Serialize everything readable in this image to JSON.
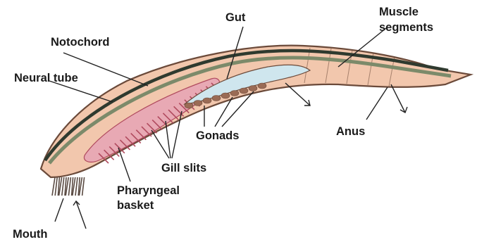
{
  "labels": {
    "gut": "Gut",
    "muscle_segments_line1": "Muscle",
    "muscle_segments_line2": "segments",
    "notochord": "Notochord",
    "neural_tube": "Neural tube",
    "gonads": "Gonads",
    "anus": "Anus",
    "gill_slits": "Gill slits",
    "pharyngeal_basket_line1": "Pharyngeal",
    "pharyngeal_basket_line2": "basket",
    "mouth": "Mouth"
  },
  "colors": {
    "body_fill": "#f2c7ad",
    "body_outline": "#6b4a3a",
    "neural_tube": "#2f3a2f",
    "notochord": "#7c8a6a",
    "pharynx": "#e8a9b4",
    "gill_bars": "#b04a5e",
    "gut": "#cfe6ee",
    "gonads": "#9a6b55",
    "cirri": "#5a4a42",
    "leader": "#222222"
  }
}
